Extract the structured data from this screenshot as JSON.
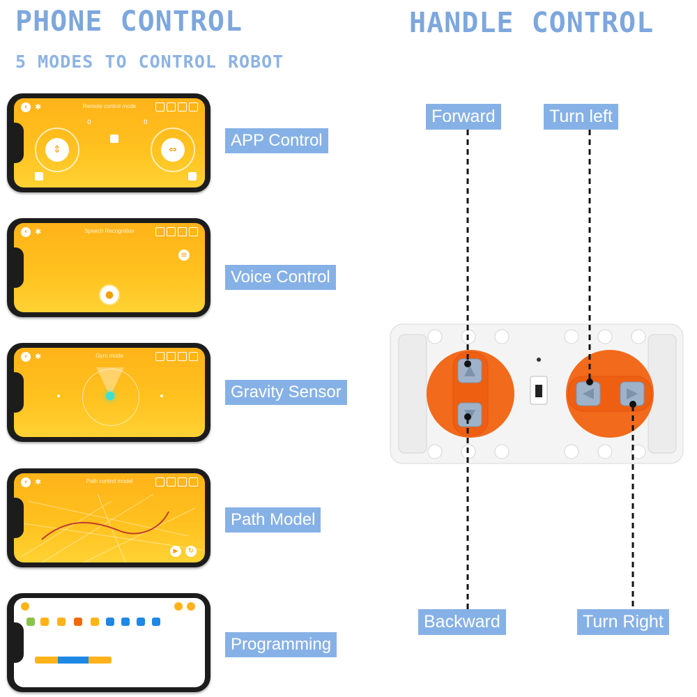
{
  "headings": {
    "phone_control": "PHONE CONTROL",
    "modes": "5 MODES TO CONTROL ROBOT",
    "handle_control": "HANDLE CONTROL"
  },
  "phones": [
    {
      "screen_title": "Remote control mode",
      "label": "APP Control"
    },
    {
      "screen_title": "Speech Recognition",
      "label": "Voice Control"
    },
    {
      "screen_title": "Gyro mode",
      "label": "Gravity Sensor"
    },
    {
      "screen_title": "Path control model",
      "label": "Path Model"
    },
    {
      "screen_title": "",
      "label": "Programming"
    }
  ],
  "remote_readouts": {
    "left": "0",
    "right": "0"
  },
  "handle_labels": {
    "forward": "Forward",
    "turn_left": "Turn left",
    "backward": "Backward",
    "turn_right": "Turn Right"
  },
  "colors": {
    "accent": "#7da7dd",
    "label_bg": "#86b1e6",
    "screen_orange": "#ffb319",
    "handle_orange": "#f26a1b"
  }
}
